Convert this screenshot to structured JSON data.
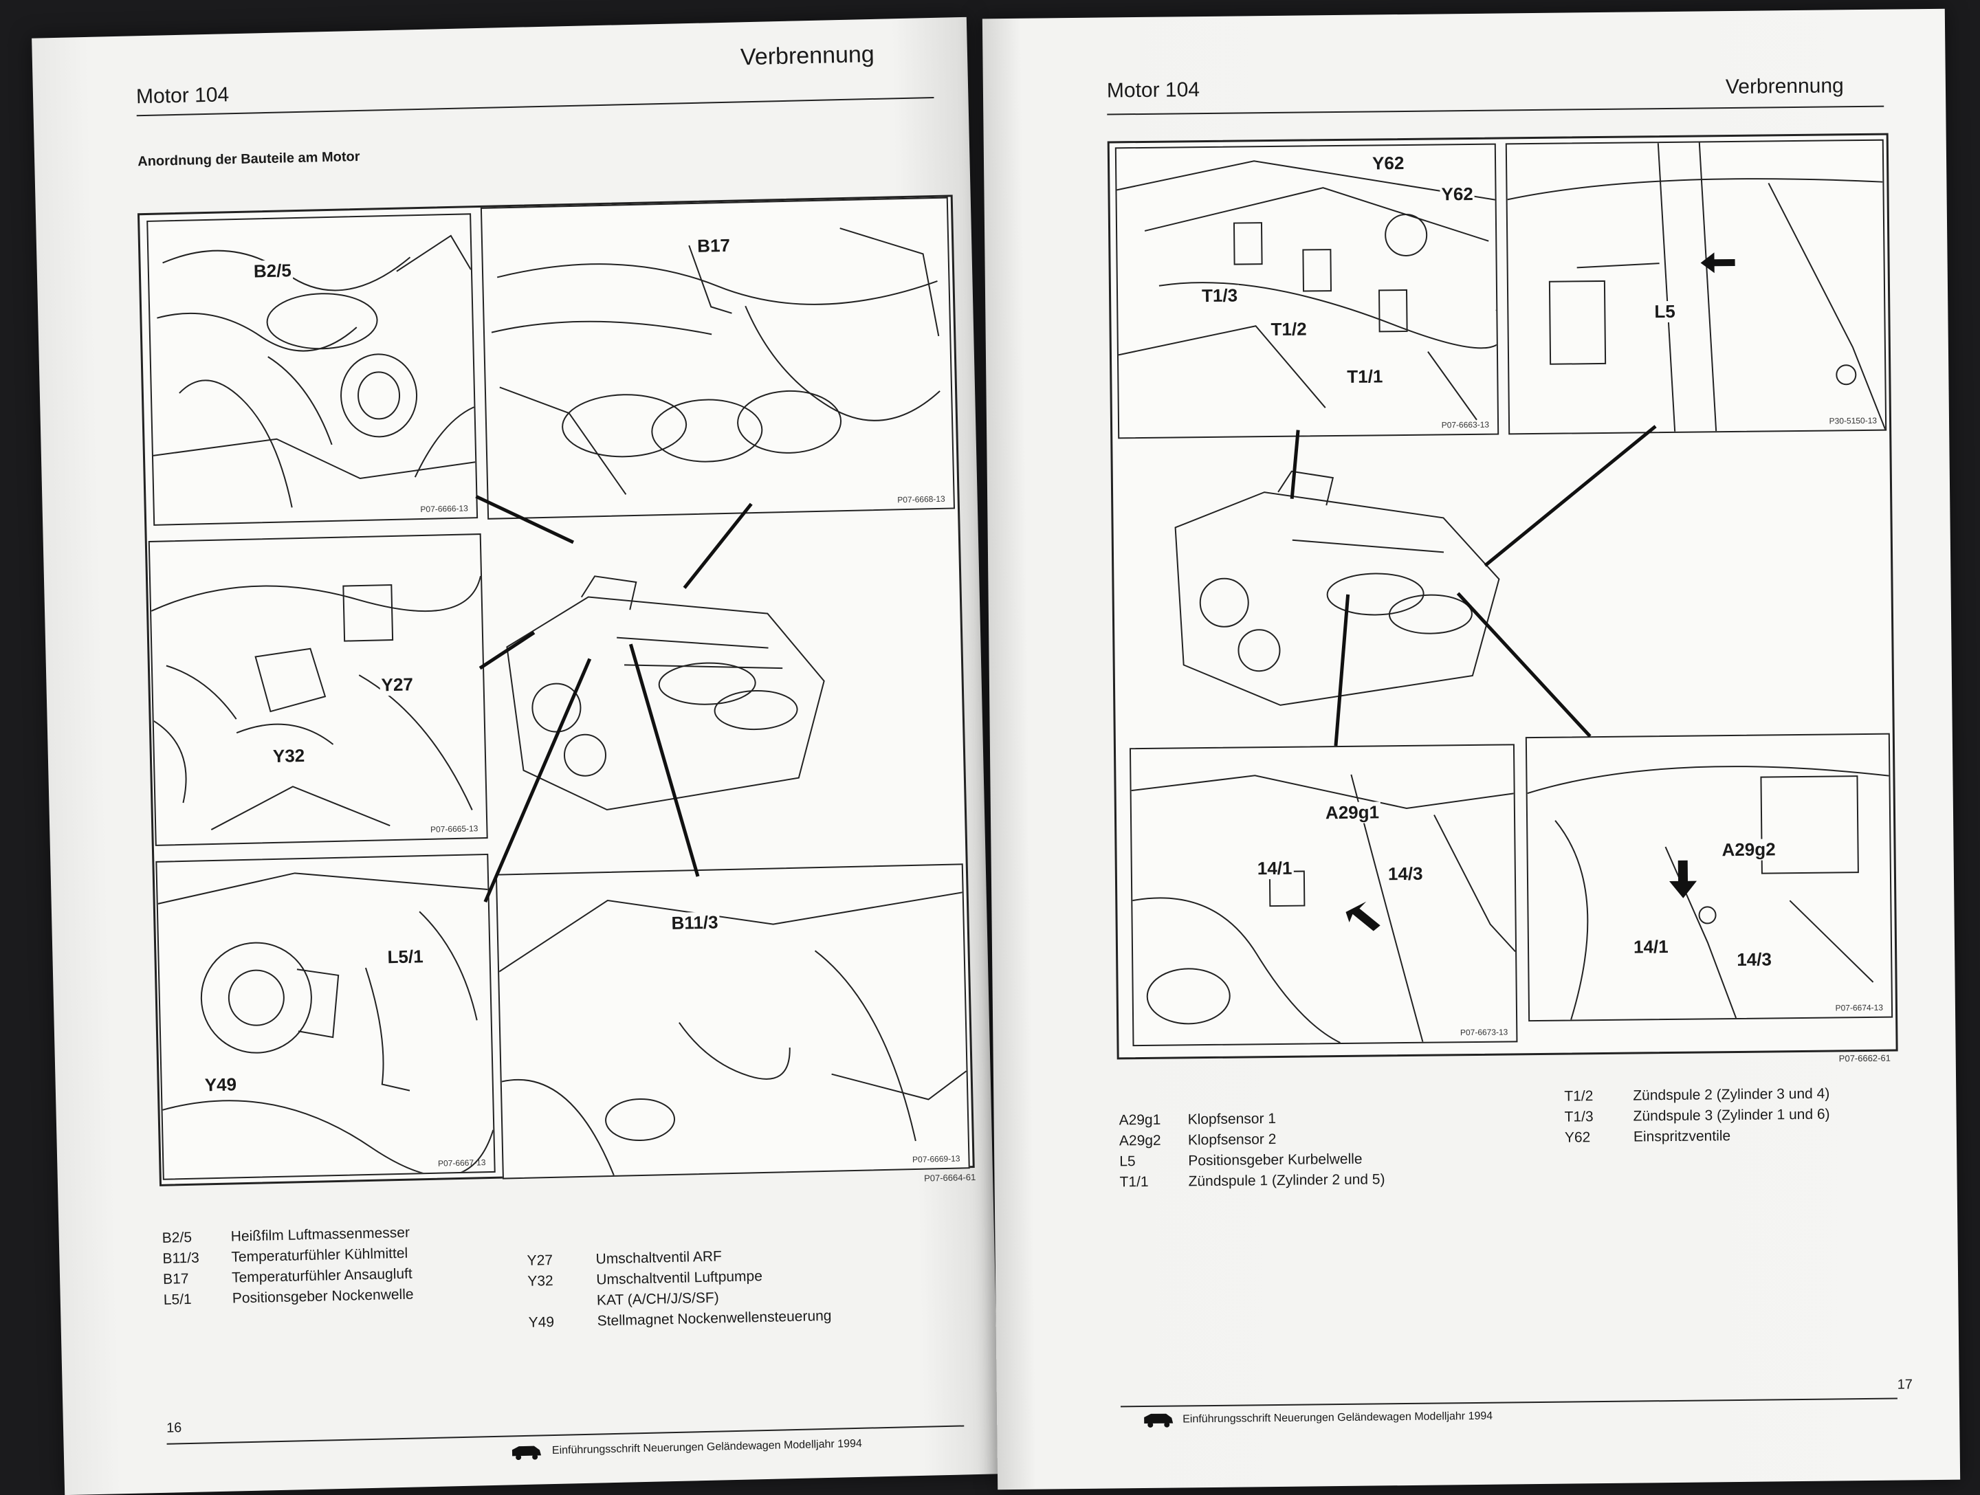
{
  "left_page": {
    "header_left": "Motor 104",
    "header_right": "Verbrennung",
    "subtitle": "Anordnung der Bauteile am Motor",
    "panels": [
      {
        "label": "B2/5",
        "code": "P07-6666-13"
      },
      {
        "label": "B17",
        "code": "P07-6668-13"
      },
      {
        "labels": [
          "Y27",
          "Y32"
        ],
        "code": "P07-6665-13"
      },
      {
        "labels": [
          "L5/1",
          "Y49"
        ],
        "code": "P07-6667-13"
      },
      {
        "label": "B11/3",
        "code": "P07-6669-13"
      }
    ],
    "figure_code": "P07-6664-61",
    "legend_left": [
      {
        "key": "B2/5",
        "text": "Heißfilm Luftmassenmesser"
      },
      {
        "key": "B11/3",
        "text": "Temperaturfühler Kühlmittel"
      },
      {
        "key": "B17",
        "text": "Temperaturfühler Ansaugluft"
      },
      {
        "key": "L5/1",
        "text": "Positionsgeber Nockenwelle"
      }
    ],
    "legend_right": [
      {
        "key": "Y27",
        "text": "Umschaltventil ARF"
      },
      {
        "key": "Y32",
        "text": "Umschaltventil Luftpumpe",
        "text2": "KAT (A/CH/J/S/SF)"
      },
      {
        "key": "Y49",
        "text": "Stellmagnet Nockenwellensteuerung"
      }
    ],
    "page_number": "16",
    "footer": "Einführungsschrift Neuerungen Geländewagen Modelljahr 1994"
  },
  "right_page": {
    "header_left": "Motor 104",
    "header_right": "Verbrennung",
    "panels": [
      {
        "labels": [
          "Y62",
          "Y62",
          "T1/3",
          "T1/2",
          "T1/1"
        ],
        "code": "P07-6663-13"
      },
      {
        "label": "L5",
        "code": "P30-5150-13"
      },
      {
        "labels": [
          "A29g1",
          "14/1",
          "14/3"
        ],
        "code": "P07-6673-13"
      },
      {
        "labels": [
          "A29g2",
          "14/1",
          "14/3"
        ],
        "code": "P07-6674-13"
      }
    ],
    "figure_code": "P07-6662-61",
    "legend_left": [
      {
        "key": "A29g1",
        "text": "Klopfsensor 1"
      },
      {
        "key": "A29g2",
        "text": "Klopfsensor 2"
      },
      {
        "key": "L5",
        "text": "Positionsgeber Kurbelwelle"
      },
      {
        "key": "T1/1",
        "text": "Zündspule 1 (Zylinder 2 und 5)"
      }
    ],
    "legend_right": [
      {
        "key": "T1/2",
        "text": "Zündspule 2 (Zylinder 3 und 4)"
      },
      {
        "key": "T1/3",
        "text": "Zündspule 3 (Zylinder 1 und 6)"
      },
      {
        "key": "Y62",
        "text": "Einspritzventile"
      }
    ],
    "page_number": "17",
    "footer": "Einführungsschrift Neuerungen Geländewagen Modelljahr 1994"
  }
}
